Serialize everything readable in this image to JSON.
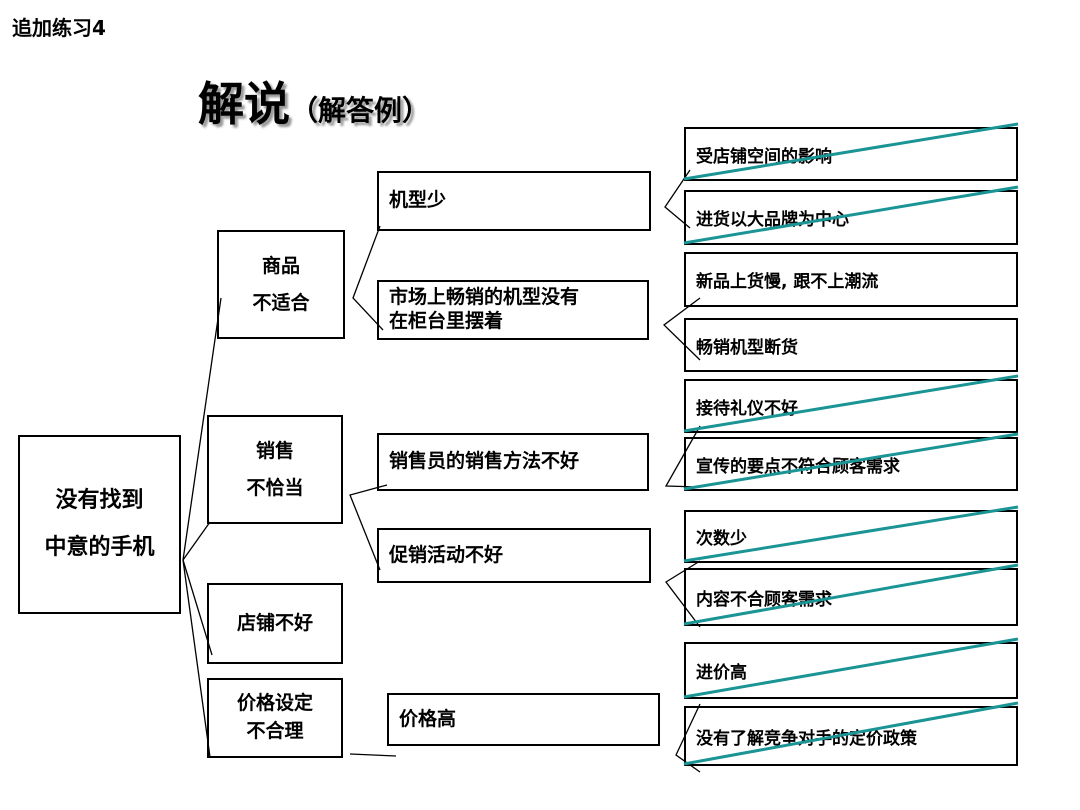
{
  "slide_title": "追加练习4",
  "heading": {
    "main": "解说",
    "sub": "（解答例）"
  },
  "root": {
    "line1": "没有找到",
    "line2": "中意的手机"
  },
  "level1": [
    {
      "line1": "商品",
      "line2": "不适合"
    },
    {
      "line1": "销售",
      "line2": "不恰当"
    },
    {
      "line1": "店铺不好",
      "line2": ""
    },
    {
      "line1": "价格设定",
      "line2": "不合理"
    }
  ],
  "level2": [
    {
      "line1": "机型少",
      "line2": ""
    },
    {
      "line1": "市场上畅销的机型没有",
      "line2": "在柜台里摆着"
    },
    {
      "line1": "销售员的销售方法不好",
      "line2": ""
    },
    {
      "line1": "促销活动不好",
      "line2": ""
    },
    {
      "line1": "价格高",
      "line2": ""
    }
  ],
  "level3": [
    {
      "text": "受店铺空间的影响",
      "crossed": true
    },
    {
      "text": "进货以大品牌为中心",
      "crossed": true
    },
    {
      "text": "新品上货慢, 跟不上潮流",
      "crossed": false
    },
    {
      "text": "畅销机型断货",
      "crossed": false
    },
    {
      "text": "接待礼仪不好",
      "crossed": true
    },
    {
      "text": "宣传的要点不符合顾客需求",
      "crossed": true
    },
    {
      "text": "次数少",
      "crossed": true
    },
    {
      "text": "内容不合顾客需求",
      "crossed": true
    },
    {
      "text": "进价高",
      "crossed": true
    },
    {
      "text": "没有了解竞争对手的定价政策",
      "crossed": true
    }
  ],
  "colors": {
    "strike": "#1a9494",
    "line": "#000000"
  }
}
